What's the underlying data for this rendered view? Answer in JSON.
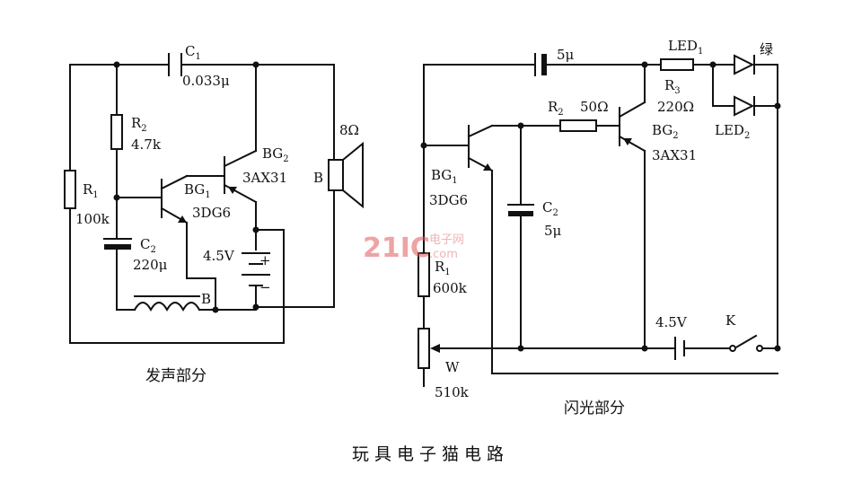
{
  "figure_title": "玩具电子猫电路",
  "watermark": {
    "brand": "21IC",
    "site_cn": "电子网",
    "site_en": ".com"
  },
  "sound_section": {
    "caption": "发声部分",
    "C1": {
      "name": "C",
      "sub": "1",
      "value": "0.033μ"
    },
    "R2": {
      "name": "R",
      "sub": "2",
      "value": "4.7k"
    },
    "R1": {
      "name": "R",
      "sub": "1",
      "value": "100k"
    },
    "C2": {
      "name": "C",
      "sub": "2",
      "value": "220μ"
    },
    "BG1": {
      "name": "BG",
      "sub": "1",
      "value": "3DG6"
    },
    "BG2": {
      "name": "BG",
      "sub": "2",
      "value": "3AX31"
    },
    "speaker": "8Ω",
    "battery": "4.5V",
    "plus": "+",
    "minus": "−",
    "coil_label": "B",
    "speaker_label": "B"
  },
  "flash_section": {
    "caption": "闪光部分",
    "C1": {
      "value": "5μ"
    },
    "R2": {
      "name": "R",
      "sub": "2",
      "value": "50Ω"
    },
    "R3": {
      "name": "R",
      "sub": "3",
      "value": "220Ω"
    },
    "LED1": {
      "name": "LED",
      "sub": "1"
    },
    "LED2": {
      "name": "LED",
      "sub": "2"
    },
    "green": "绿",
    "BG1": {
      "name": "BG",
      "sub": "1",
      "value": "3DG6"
    },
    "BG2": {
      "name": "BG",
      "sub": "2",
      "value": "3AX31"
    },
    "C2": {
      "name": "C",
      "sub": "2",
      "value": "5μ"
    },
    "R1": {
      "name": "R",
      "sub": "1",
      "value": "600k"
    },
    "W": {
      "name": "W",
      "value": "510k"
    },
    "battery": "4.5V",
    "switch": "K"
  }
}
